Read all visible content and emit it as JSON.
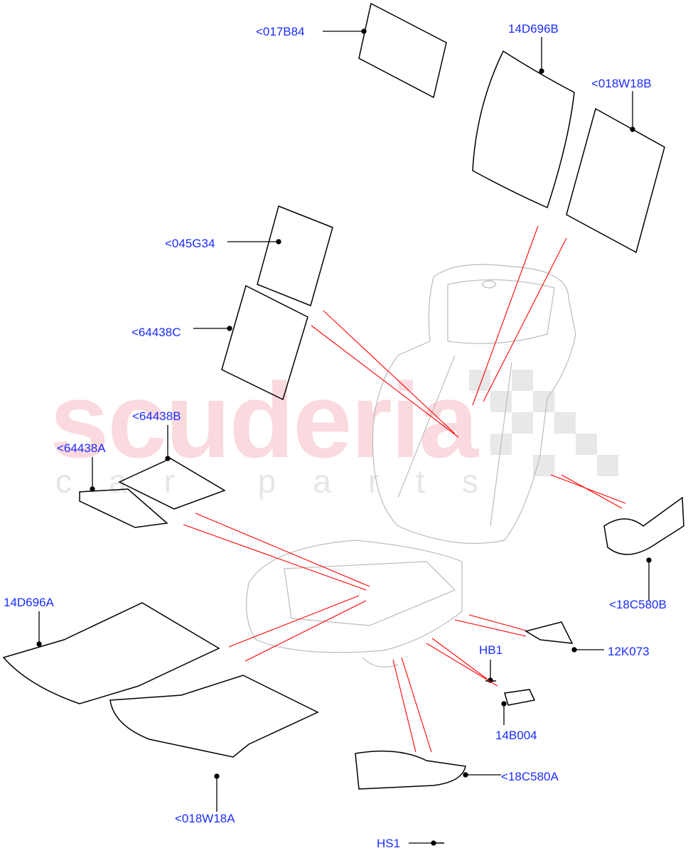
{
  "watermark": {
    "brand": "scuderia",
    "sub": "car parts"
  },
  "colors": {
    "label": "#1a2cff",
    "leader_red": "#ff0000",
    "watermark": "#f096a0"
  },
  "labels": {
    "p017B84": "<017B84",
    "p14D696B": "14D696B",
    "p018W18B": "<018W18B",
    "p045G34": "<045G34",
    "p64438C": "<64438C",
    "p64438B": "<64438B",
    "p64438A": "<64438A",
    "p14D696A": "14D696A",
    "p018W18A": "<018W18A",
    "pHB1": "HB1",
    "p12K073": "12K073",
    "p14B004": "14B004",
    "p18C580A": "<18C580A",
    "pHS1": "HS1",
    "p18C580B": "<18C580B"
  }
}
